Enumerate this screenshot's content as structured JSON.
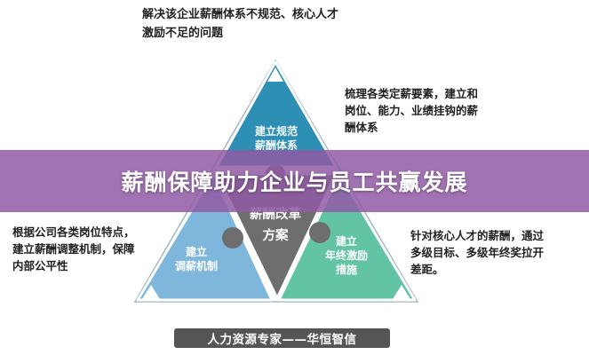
{
  "annotations": {
    "top": "解决该企业薪酬体系不规范、核心人才\n激励不足的问题",
    "right": "梳理各类定薪要素，建立和\n岗位、能力、业绩挂钩的薪\n酬体系",
    "left": "根据公司各类岗位特点，\n建立薪酬调整机制，保障\n内部公平性",
    "bottom_right": "针对核心人才的薪酬，通过\n多级目标、多级年终奖拉开\n差距。"
  },
  "pyramid": {
    "top_label": "建立规范\n薪酬体系",
    "left_label": "建立\n调薪机制",
    "right_label": "建立\n年终激励\n措施",
    "center_label": "薪酬改革\n方案",
    "colors": {
      "top": "#2c8fb3",
      "left": "#7fb6dc",
      "right": "#62c4a4",
      "center": "#6e6e6e",
      "outline": "#ffffff"
    }
  },
  "banner": {
    "title": "薪酬保障助力企业与员工共赢发展"
  },
  "footer": {
    "text": "人力资源专家——华恒智信"
  }
}
